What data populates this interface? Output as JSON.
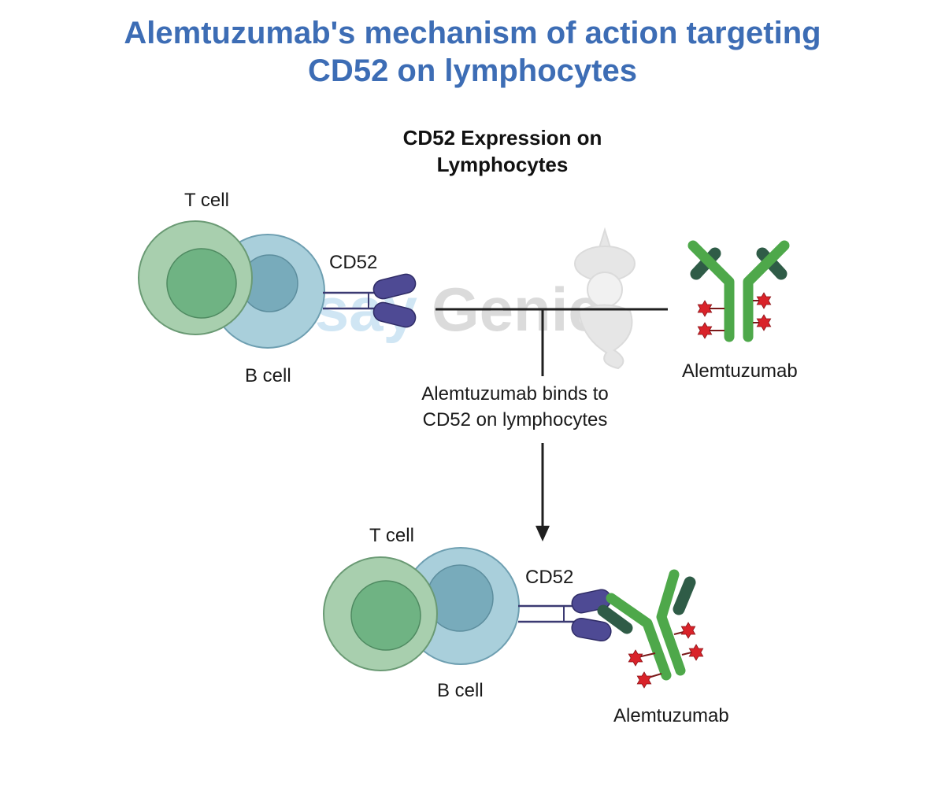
{
  "title_line1": "Alemtuzumab's mechanism of action targeting",
  "title_line2": "CD52 on lymphocytes",
  "section_title_line1": "CD52 Expression on",
  "section_title_line2": "Lymphocytes",
  "top": {
    "t_cell": "T cell",
    "b_cell": "B cell",
    "cd52": "CD52",
    "antibody": "Alemtuzumab"
  },
  "step": {
    "line1": "Alemtuzumab binds to",
    "line2": "CD52 on lymphocytes"
  },
  "bottom": {
    "t_cell": "T cell",
    "b_cell": "B cell",
    "cd52": "CD52",
    "antibody": "Alemtuzumab"
  },
  "watermark": {
    "part1": "Assay",
    "part2": "Genie"
  },
  "colors": {
    "title": "#3d6db5",
    "t_cell_outer": "#a8cfae",
    "t_cell_inner": "#6fb383",
    "b_cell_outer": "#a9cfdb",
    "b_cell_inner": "#78abbb",
    "cd52": "#4e4a94",
    "antibody_green": "#4ea84a",
    "antibody_dark": "#2f5c47",
    "drug_red": "#d9232a"
  }
}
